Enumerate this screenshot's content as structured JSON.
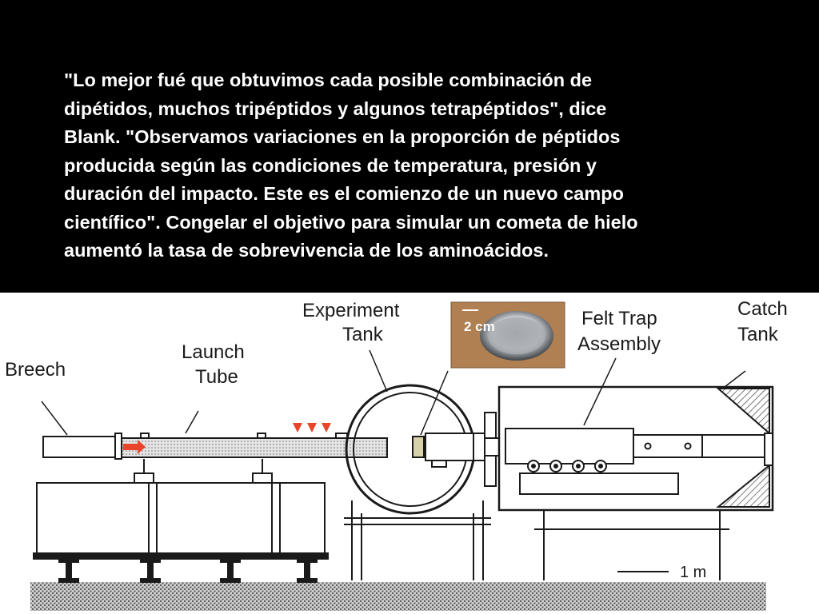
{
  "slide": {
    "quote_lines": [
      "\"Lo mejor fué que obtuvimos cada posible combinación de",
      "dipétidos, muchos tripéptidos y algunos tetrapéptidos\", dice",
      "Blank. \"Observamos variaciones en la proporción de péptidos",
      "producida según las condiciones de temperatura, presión y",
      "duración del impacto. Este es el comienzo de un nuevo campo",
      "científico\".  Congelar el objetivo para simular un cometa de hielo",
      "aumentó la tasa de sobrevivencia de los aminoácidos."
    ]
  },
  "diagram": {
    "labels": {
      "breech": "Breech",
      "launch_tube_1": "Launch",
      "launch_tube_2": "Tube",
      "experiment_tank_1": "Experiment",
      "experiment_tank_2": "Tank",
      "felt_trap_1": "Felt Trap",
      "felt_trap_2": "Assembly",
      "catch_tank_1": "Catch",
      "catch_tank_2": "Tank",
      "scale_bar": "1 m",
      "photo_scale": "2 cm"
    },
    "colors": {
      "background": "#ffffff",
      "line": "#1a1a1a",
      "arrow": "#e8452a",
      "photo_bg": "#b07f52"
    }
  }
}
